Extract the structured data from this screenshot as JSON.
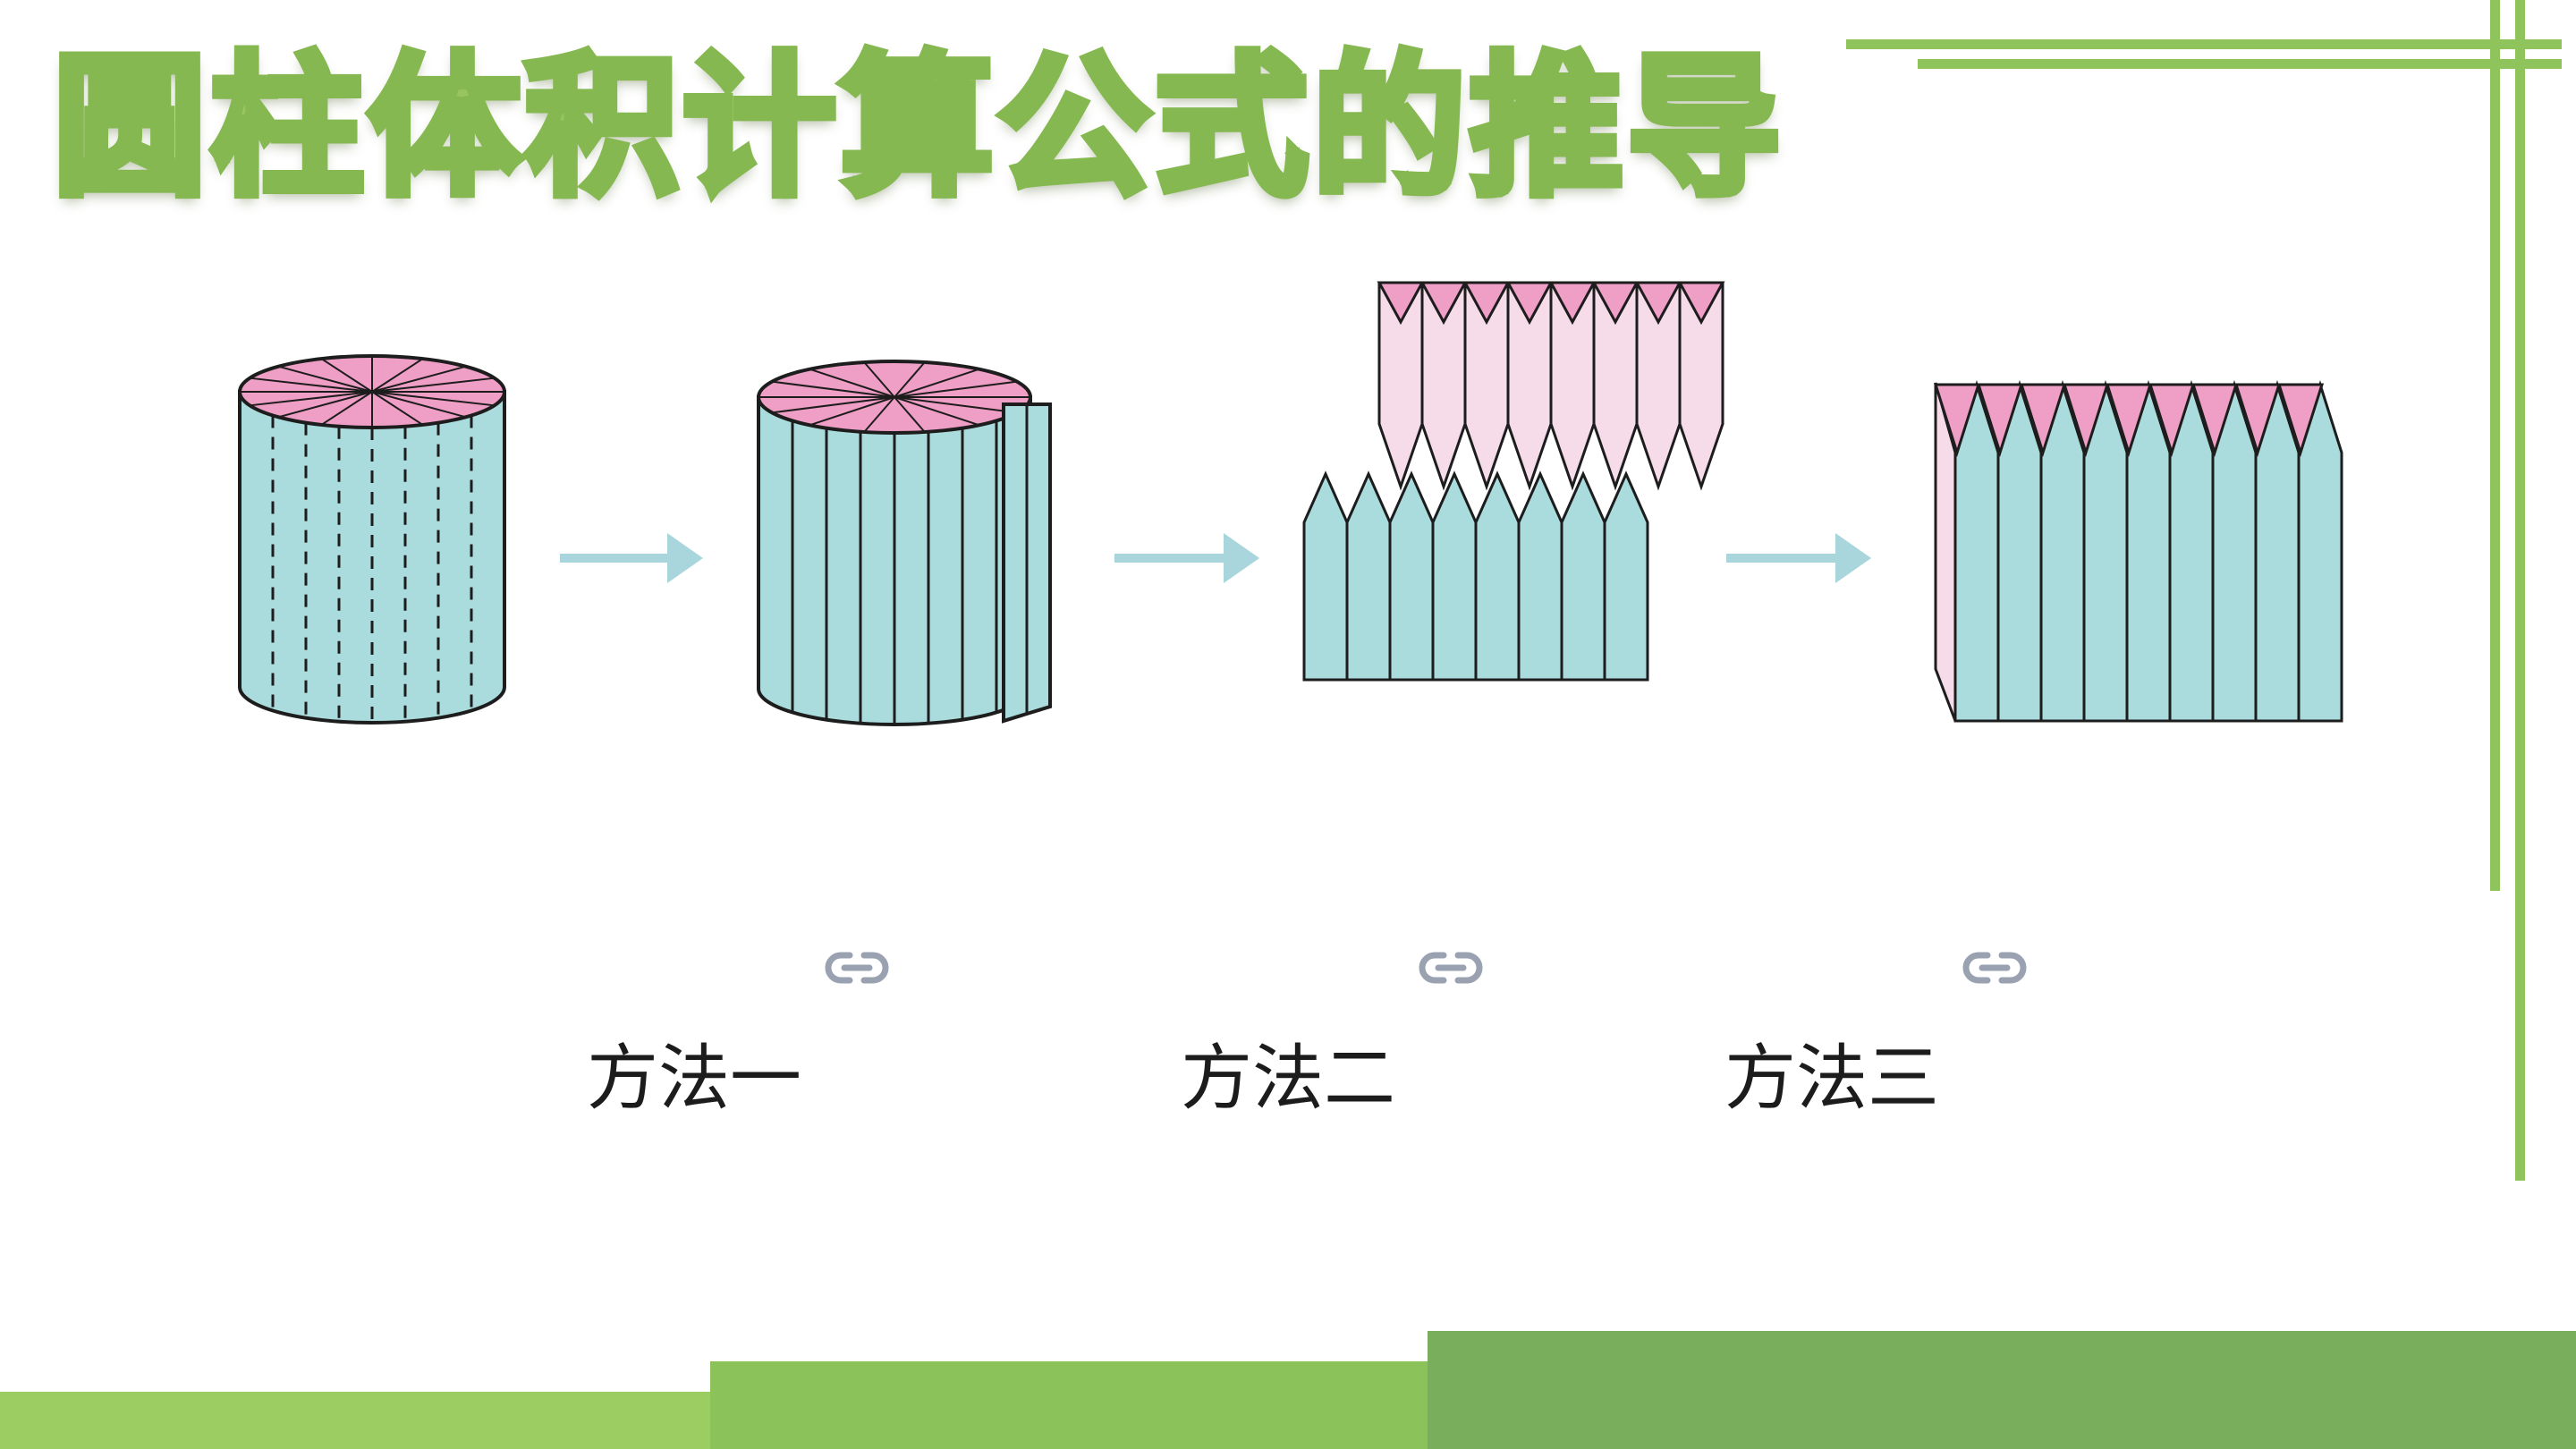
{
  "title": "圆柱体积计算公式的推导",
  "methods": [
    {
      "label": "方法一",
      "icon": "link-icon"
    },
    {
      "label": "方法二",
      "icon": "link-icon"
    },
    {
      "label": "方法三",
      "icon": "link-icon"
    }
  ],
  "colors": {
    "accent_green": "#8fc45c",
    "bar_light": "#9ccd62",
    "bar_mid": "#8bc35a",
    "bar_dark": "#78ae5c",
    "body_blue": "#abdcdd",
    "top_pink": "#ef9ec6",
    "pink_light": "#f6dbe8",
    "arrow": "#a9d6dc",
    "link_icon": "#9aa2b2"
  }
}
